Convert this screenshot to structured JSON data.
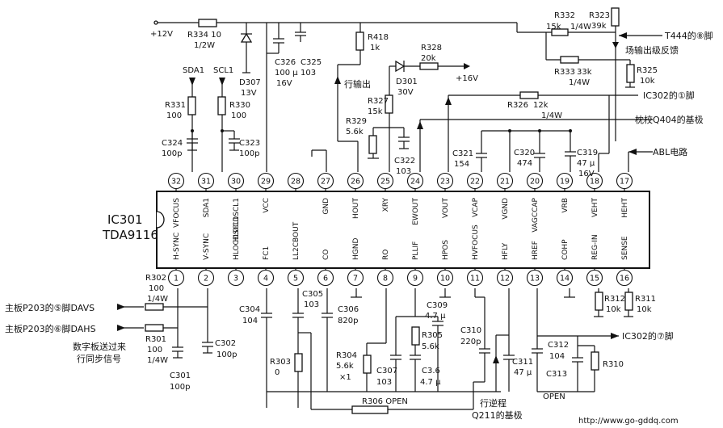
{
  "ic": {
    "ref": "IC301",
    "model": "TDA9116"
  },
  "top_pins": [
    {
      "num": "32",
      "name": "VFOCUS"
    },
    {
      "num": "31",
      "name": "SDA1"
    },
    {
      "num": "30",
      "name": "HLOCDSCL1"
    },
    {
      "num": "29",
      "name": "VCC"
    },
    {
      "num": "28",
      "name": ""
    },
    {
      "num": "27",
      "name": "GND"
    },
    {
      "num": "26",
      "name": "HOUT"
    },
    {
      "num": "25",
      "name": "XRY"
    },
    {
      "num": "24",
      "name": "EWOUT"
    },
    {
      "num": "23",
      "name": "VOUT"
    },
    {
      "num": "22",
      "name": "VCAP"
    },
    {
      "num": "21",
      "name": "VGND"
    },
    {
      "num": "20",
      "name": "VAGCCAP"
    },
    {
      "num": "19",
      "name": "VRB"
    },
    {
      "num": "18",
      "name": "VEHT"
    },
    {
      "num": "17",
      "name": "HEHT"
    }
  ],
  "bottom_pins": [
    {
      "num": "1",
      "name": "H-SYNC"
    },
    {
      "num": "2",
      "name": "V-SYNC"
    },
    {
      "num": "3",
      "name": "HLOCDSCL1"
    },
    {
      "num": "4",
      "name": "FC1"
    },
    {
      "num": "5",
      "name": "LL2CBOUT"
    },
    {
      "num": "6",
      "name": "CO"
    },
    {
      "num": "7",
      "name": "HGND"
    },
    {
      "num": "8",
      "name": "RO"
    },
    {
      "num": "9",
      "name": "PLLIF"
    },
    {
      "num": "10",
      "name": "HPOS"
    },
    {
      "num": "11",
      "name": "HVFOCUS"
    },
    {
      "num": "12",
      "name": "HFLY"
    },
    {
      "num": "13",
      "name": "HREF"
    },
    {
      "num": "14",
      "name": "COHP"
    },
    {
      "num": "15",
      "name": "REG-IN"
    },
    {
      "num": "16",
      "name": "SENSE"
    }
  ],
  "labels": {
    "v12": "+12V",
    "v16": "+16V",
    "r334a": "R334 10",
    "r334b": "1/2W",
    "d307a": "D307",
    "d307b": "13V",
    "c326a": "C326",
    "c326b": "100 μ",
    "c326c": "16V",
    "c325a": "C325",
    "c325b": "103",
    "r418a": "R418",
    "r418b": "1k",
    "r328a": "R328",
    "r328b": "20k",
    "d301a": "D301",
    "d301b": "30V",
    "r327a": "R327",
    "r327b": "15k",
    "r329a": "R329",
    "r329b": "5.6k",
    "c322a": "C322",
    "c322b": "103",
    "hout_note": "行输出",
    "r332a": "R332",
    "r332b": "15k",
    "r332c": "1/4W",
    "r323a": "R323",
    "r323b": "39k",
    "r333a": "R333",
    "r333b": "33k",
    "r333c": "1/4W",
    "r325a": "R325",
    "r325b": "10k",
    "r326a": "R326",
    "r326b": "12k",
    "r326c": "1/4W",
    "t444": "T444的⑧脚",
    "fb_note": "场输出级反馈",
    "ic302_1": "IC302的①脚",
    "q404": "枕校Q404的基极",
    "abl": "ABL电路",
    "sda1": "SDA1",
    "scl1": "SCL1",
    "r331a": "R331",
    "r331b": "100",
    "r330a": "R330",
    "r330b": "100",
    "c324a": "C324",
    "c324b": "100p",
    "c323a": "C323",
    "c323b": "100p",
    "c321a": "C321",
    "c321b": "154",
    "c320a": "C320",
    "c320b": "474",
    "c319a": "C319",
    "c319b": "47 μ",
    "c319c": "16V",
    "p203_5": "主板P203的⑤脚DAVS",
    "p203_6": "主板P203的⑥脚DAHS",
    "r302a": "R302",
    "r302b": "100",
    "r302c": "1/4W",
    "r301a": "R301",
    "r301b": "100",
    "r301c": "1/4W",
    "digital_note1": "数字板送过来",
    "digital_note2": "行同步信号",
    "c301a": "C301",
    "c301b": "100p",
    "c302a": "C302",
    "c302b": "100p",
    "c304a": "C304",
    "c304b": "104",
    "c305a": "C305",
    "c305b": "103",
    "c306a": "C306",
    "c306b": "820p",
    "r303a": "R303",
    "r303b": "0",
    "r304a": "R304",
    "r304b": "5.6k",
    "r304c": "×1",
    "c307a": "C307",
    "c307b": "103",
    "c309a": "C309",
    "c309b": "4.7 μ",
    "r305a": "R305",
    "r305b": "5.6k",
    "c36a": "C3.6",
    "c36b": "4.7 μ",
    "c310a": "C310",
    "c310b": "220p",
    "c311a": "C311",
    "c311b": "47 μ",
    "c312a": "C312",
    "c312b": "104",
    "c313": "C313",
    "r310": "R310",
    "r312a": "R312",
    "r312b": "10k",
    "r311a": "R311",
    "r311b": "10k",
    "ic302_7": "IC302的⑦脚",
    "r306": "R306 OPEN",
    "open": "OPEN",
    "q211a": "行逆程",
    "q211b": "Q211的基极",
    "website": "http://www.go-gddq.com"
  }
}
